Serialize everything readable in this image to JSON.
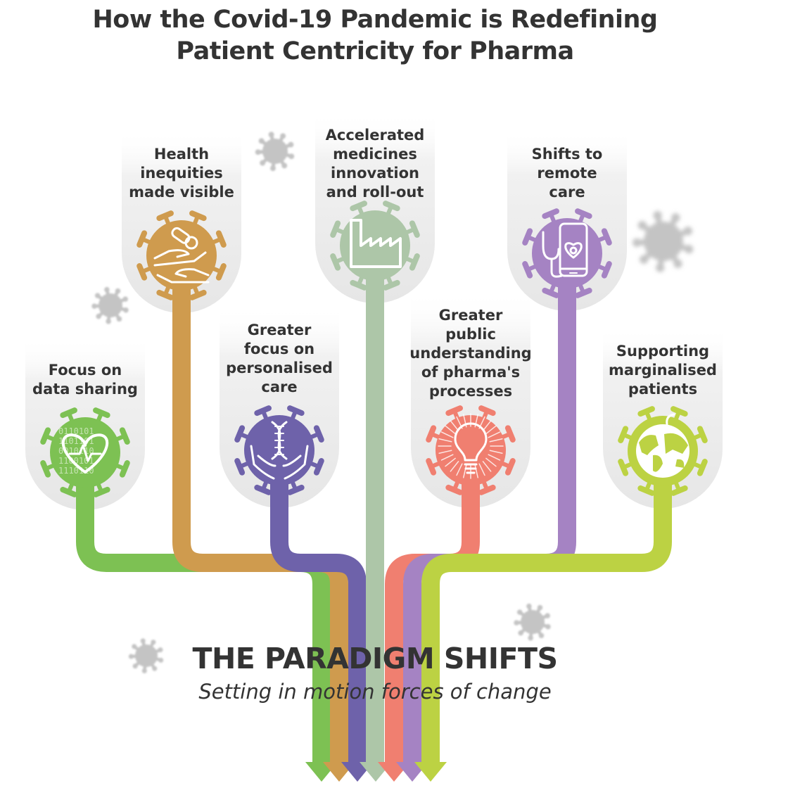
{
  "title_line1": "How the Covid-19 Pandemic is Redefining",
  "title_line2": "Patient Centricity for Pharma",
  "headline": "THE PARADIGM SHIFTS",
  "subheadline": "Setting in motion forces of change",
  "shifts": [
    {
      "label": [
        "Focus on",
        "data sharing"
      ],
      "color": "#7dc153",
      "icon": "heart-data-icon"
    },
    {
      "label": [
        "Health",
        "inequities",
        "made visible"
      ],
      "color": "#cf9b4e",
      "icon": "hands-pills-icon"
    },
    {
      "label": [
        "Greater",
        "focus on",
        "personalised",
        "care"
      ],
      "color": "#6e62aa",
      "icon": "dna-hands-icon"
    },
    {
      "label": [
        "Accelerated",
        "medicines",
        "innovation",
        "and roll-out"
      ],
      "color": "#adc6a8",
      "icon": "factory-icon"
    },
    {
      "label": [
        "Greater",
        "public",
        "understanding",
        "of pharma's",
        "processes"
      ],
      "color": "#f07f70",
      "icon": "lightbulb-icon"
    },
    {
      "label": [
        "Shifts to",
        "remote",
        "care"
      ],
      "color": "#a583c3",
      "icon": "phone-stethoscope-icon"
    },
    {
      "label": [
        "Supporting",
        "marginalised",
        "patients"
      ],
      "color": "#bcd243",
      "icon": "globe-icon"
    }
  ]
}
